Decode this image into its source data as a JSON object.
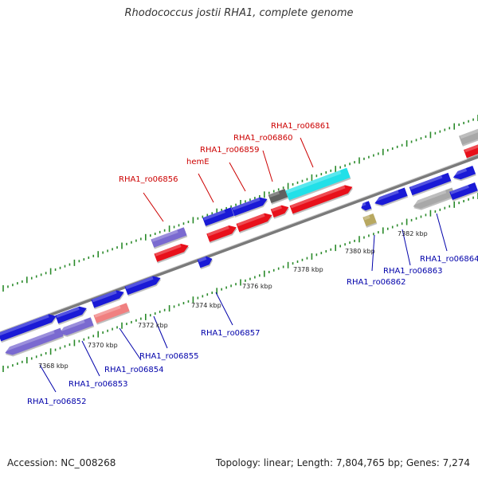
{
  "title": "Rhodococcus jostii RHA1, complete genome",
  "footer": {
    "accession": "Accession: NC_008268",
    "summary": "Topology: linear; Length: 7,804,765 bp; Genes: 7,274"
  },
  "colors": {
    "forward_blue": "#1a1ad6",
    "reverse_red": "#e8101a",
    "highlight_cyan": "#22e0e8",
    "pseudo_purple": "#7a6ad0",
    "pale_red": "#f08080",
    "gray": "#a8a8a8",
    "dark_gray": "#606060",
    "olive": "#b8a860",
    "label_red": "#cc0000",
    "label_blue": "#0000aa",
    "tick_green": "#2a8a2a"
  },
  "scale": {
    "labels": [
      "7368 kbp",
      "7370 kbp",
      "7372 kbp",
      "7374 kbp",
      "7376 kbp",
      "7378 kbp",
      "7380 kbp",
      "7382 kbp"
    ]
  },
  "genes_top": [
    {
      "name": "RHA1_ro06856"
    },
    {
      "name": "hemE"
    },
    {
      "name": "RHA1_ro06859"
    },
    {
      "name": "RHA1_ro06860"
    },
    {
      "name": "RHA1_ro06861"
    }
  ],
  "genes_bottom": [
    {
      "name": "RHA1_ro06852"
    },
    {
      "name": "RHA1_ro06853"
    },
    {
      "name": "RHA1_ro06854"
    },
    {
      "name": "RHA1_ro06855"
    },
    {
      "name": "RHA1_ro06857"
    },
    {
      "name": "RHA1_ro06862"
    },
    {
      "name": "RHA1_ro06863"
    },
    {
      "name": "RHA1_ro06864"
    }
  ]
}
